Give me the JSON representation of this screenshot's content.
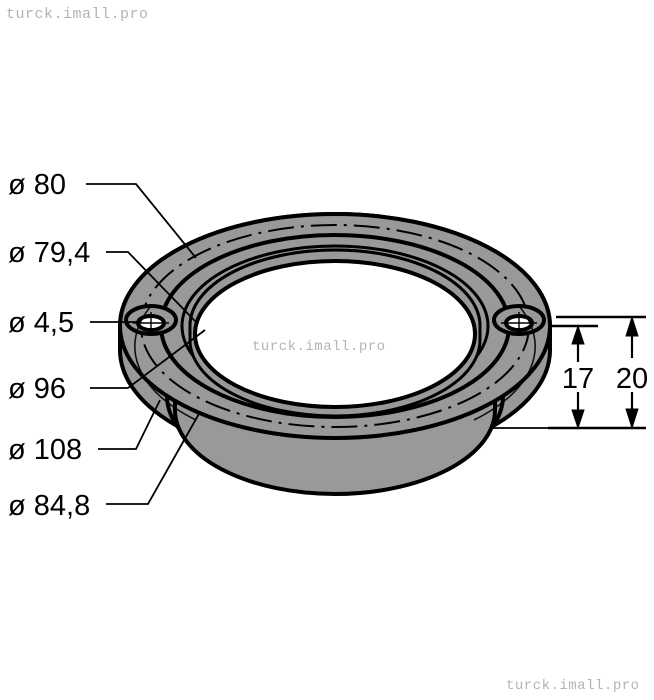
{
  "document": {
    "type": "technical-drawing",
    "subject": "ring flange isometric dimensioned drawing",
    "background_color": "#ffffff",
    "line_color": "#000000",
    "body_fill_color": "#999999",
    "bore_fill_color": "#ffffff",
    "watermark_color": "#b4b4b4"
  },
  "watermarks": {
    "top_left": "turck.imall.pro",
    "center": "turck.imall.pro",
    "bottom_right": "turck.imall.pro"
  },
  "dimensions": {
    "diameters": [
      {
        "id": "d80",
        "label": "ø 80",
        "value": 80,
        "unit": "mm",
        "symbol": "ø"
      },
      {
        "id": "d794",
        "label": "ø 79,4",
        "value": 79.4,
        "unit": "mm",
        "symbol": "ø"
      },
      {
        "id": "d45",
        "label": "ø 4,5",
        "value": 4.5,
        "unit": "mm",
        "symbol": "ø"
      },
      {
        "id": "d96",
        "label": "ø 96",
        "value": 96,
        "unit": "mm",
        "symbol": "ø"
      },
      {
        "id": "d108",
        "label": "ø 108",
        "value": 108,
        "unit": "mm",
        "symbol": "ø"
      },
      {
        "id": "d848",
        "label": "ø 84,8",
        "value": 84.8,
        "unit": "mm",
        "symbol": "ø"
      }
    ],
    "heights": [
      {
        "id": "h17",
        "label": "17",
        "value": 17,
        "unit": "mm"
      },
      {
        "id": "h20",
        "label": "20",
        "value": 20,
        "unit": "mm"
      }
    ]
  }
}
